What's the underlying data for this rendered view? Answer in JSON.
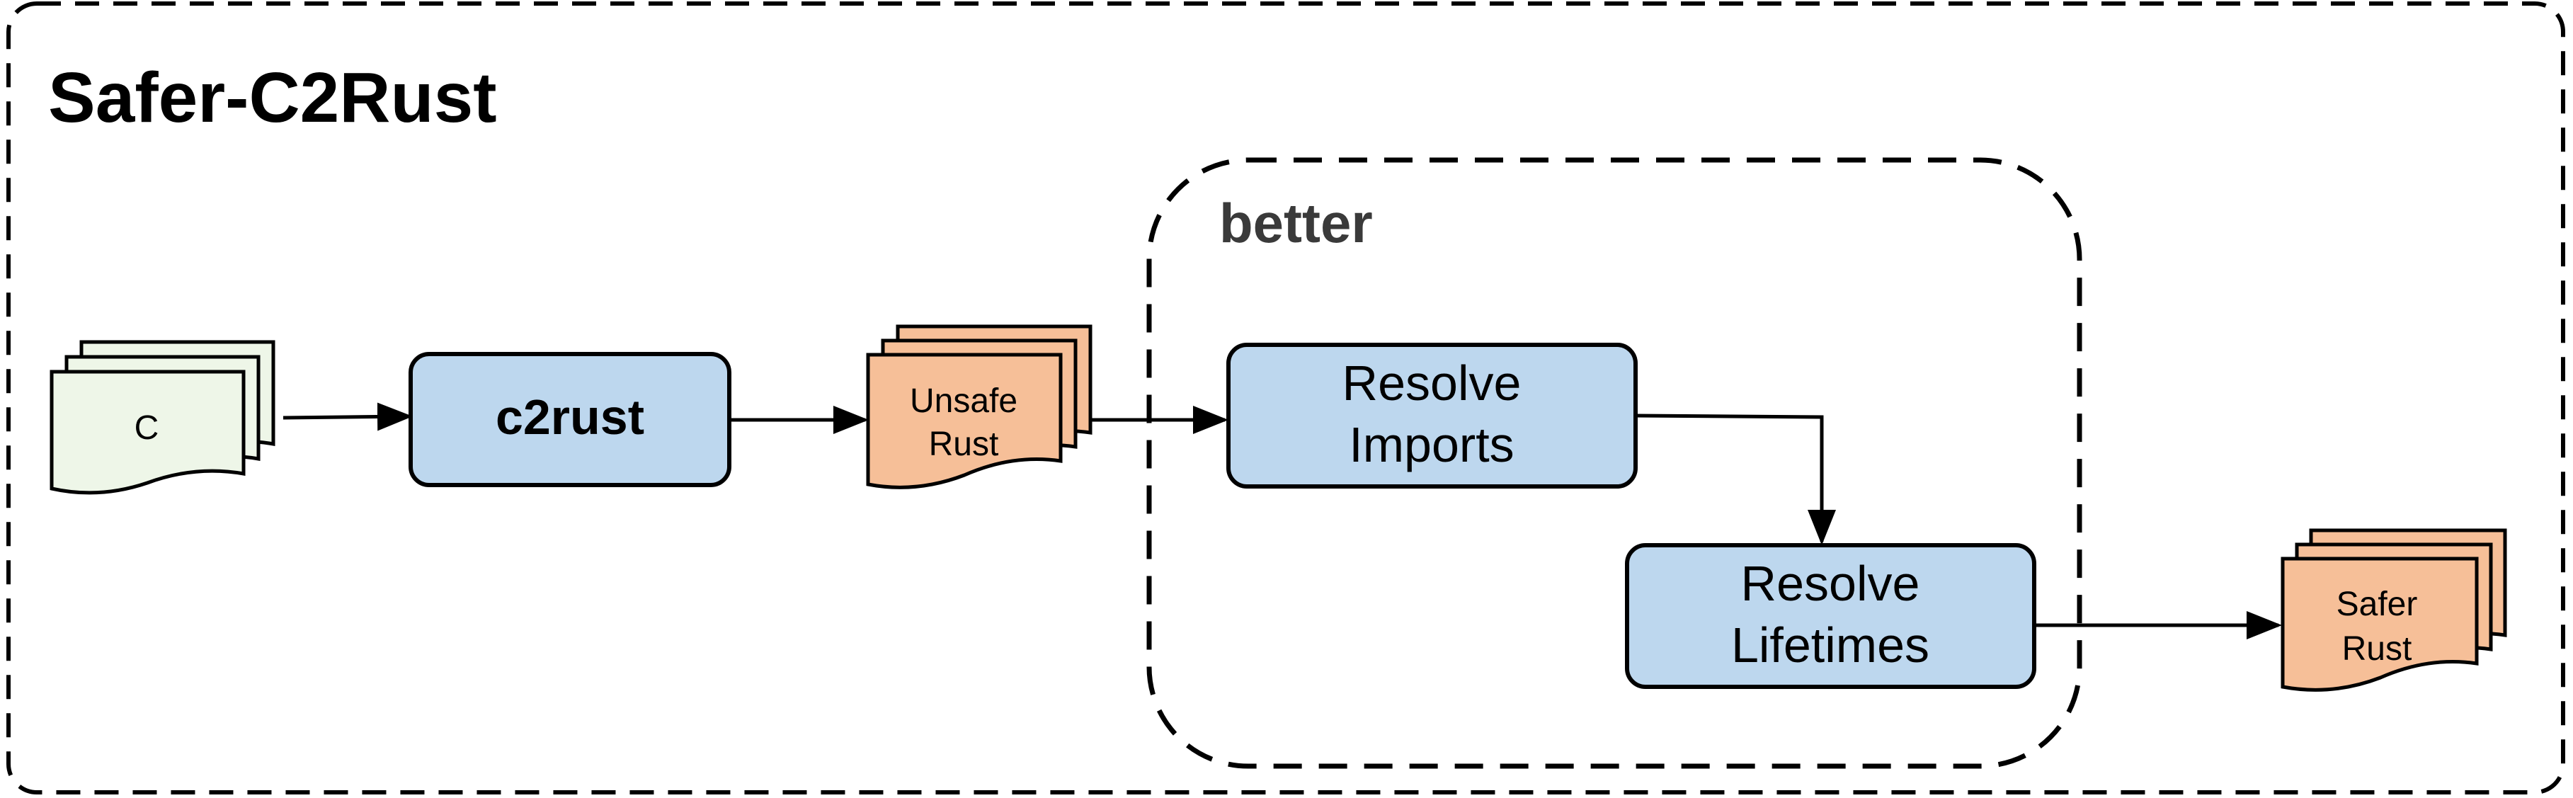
{
  "title": "Safer-C2Rust",
  "group_label": "better",
  "inputs": {
    "c_files": {
      "label": "C"
    },
    "unsafe_rust_files": {
      "line1": "Unsafe",
      "line2": "Rust"
    },
    "safer_rust_files": {
      "line1": "Safer",
      "line2": "Rust"
    }
  },
  "steps": {
    "c2rust": "c2rust",
    "resolve_imports": {
      "line1": "Resolve",
      "line2": "Imports"
    },
    "resolve_lifetimes": {
      "line1": "Resolve",
      "line2": "Lifetimes"
    }
  },
  "colors": {
    "process_fill": "#bdd7ee",
    "c_doc_fill": "#eef6e8",
    "rust_doc_fill": "#f6bf98",
    "stroke": "#000000",
    "group_label_color": "#3a3a3a"
  }
}
